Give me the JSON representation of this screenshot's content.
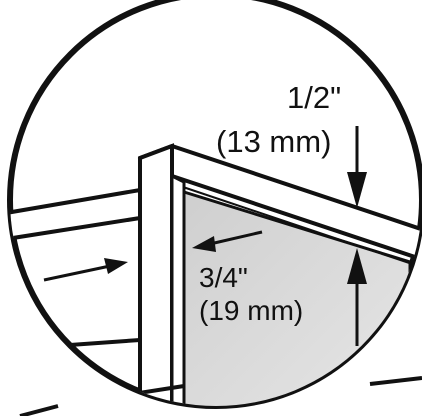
{
  "labels": {
    "top_fraction": "1/2\"",
    "top_metric": "(13 mm)",
    "side_fraction": "3/4\"",
    "side_metric": "(19 mm)",
    "bottom_partial": "3/4\""
  },
  "colors": {
    "outline": "#111111",
    "panel_fill": "#d7d7d7",
    "panel_shade": "#bdbdbd",
    "background": "#ffffff"
  }
}
